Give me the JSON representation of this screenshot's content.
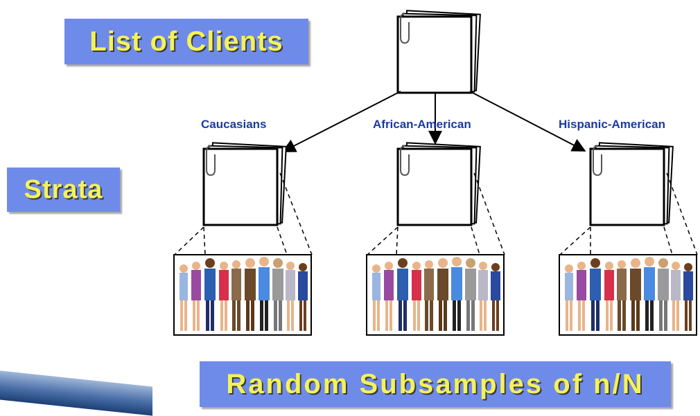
{
  "labels": {
    "list_of_clients": "List of Clients",
    "strata": "Strata",
    "random_subsamples": "Random Subsamples of n/N"
  },
  "strata": [
    {
      "name": "Caucasians"
    },
    {
      "name": "African-American"
    },
    {
      "name": "Hispanic-American"
    }
  ],
  "colors": {
    "label_box": "#6f8bea",
    "label_text": "#f4f25a",
    "stratum_text": "#1a3aa0"
  }
}
